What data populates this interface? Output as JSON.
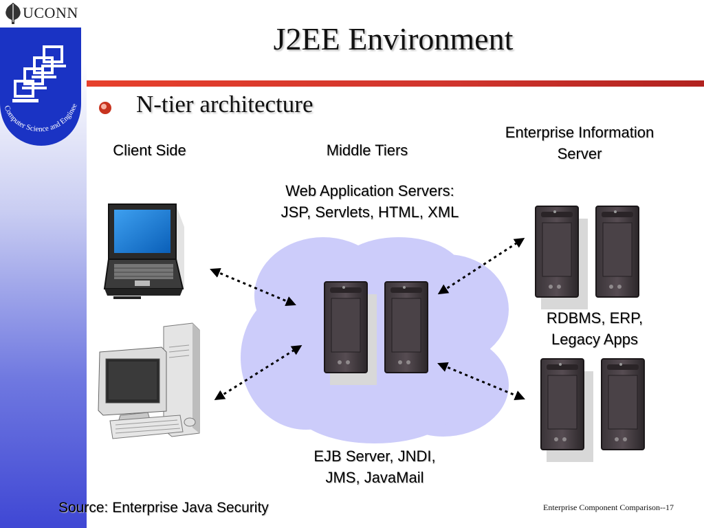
{
  "logo": {
    "brand": "UCONN",
    "department": "Computer Science and Engineering"
  },
  "slide": {
    "title": "J2EE Environment",
    "bullet": "N-tier architecture"
  },
  "diagram": {
    "client_label": "Client Side",
    "middle_label": "Middle Tiers",
    "eis_label_1": "Enterprise Information",
    "eis_label_2": "Server",
    "web_label_1": "Web Application Servers:",
    "web_label_2": "JSP, Servlets, HTML, XML",
    "ejb_label_1": "EJB Server, JNDI,",
    "ejb_label_2": "JMS, JavaMail",
    "rdbms_label_1": "RDBMS, ERP,",
    "rdbms_label_2": "Legacy Apps"
  },
  "source": "Source: Enterprise Java Security",
  "footer": "Enterprise Component Comparison--17",
  "colors": {
    "accent_rule": "#d0352d",
    "cloud": "#ccccfa",
    "sidebar": "#3f47d4"
  }
}
